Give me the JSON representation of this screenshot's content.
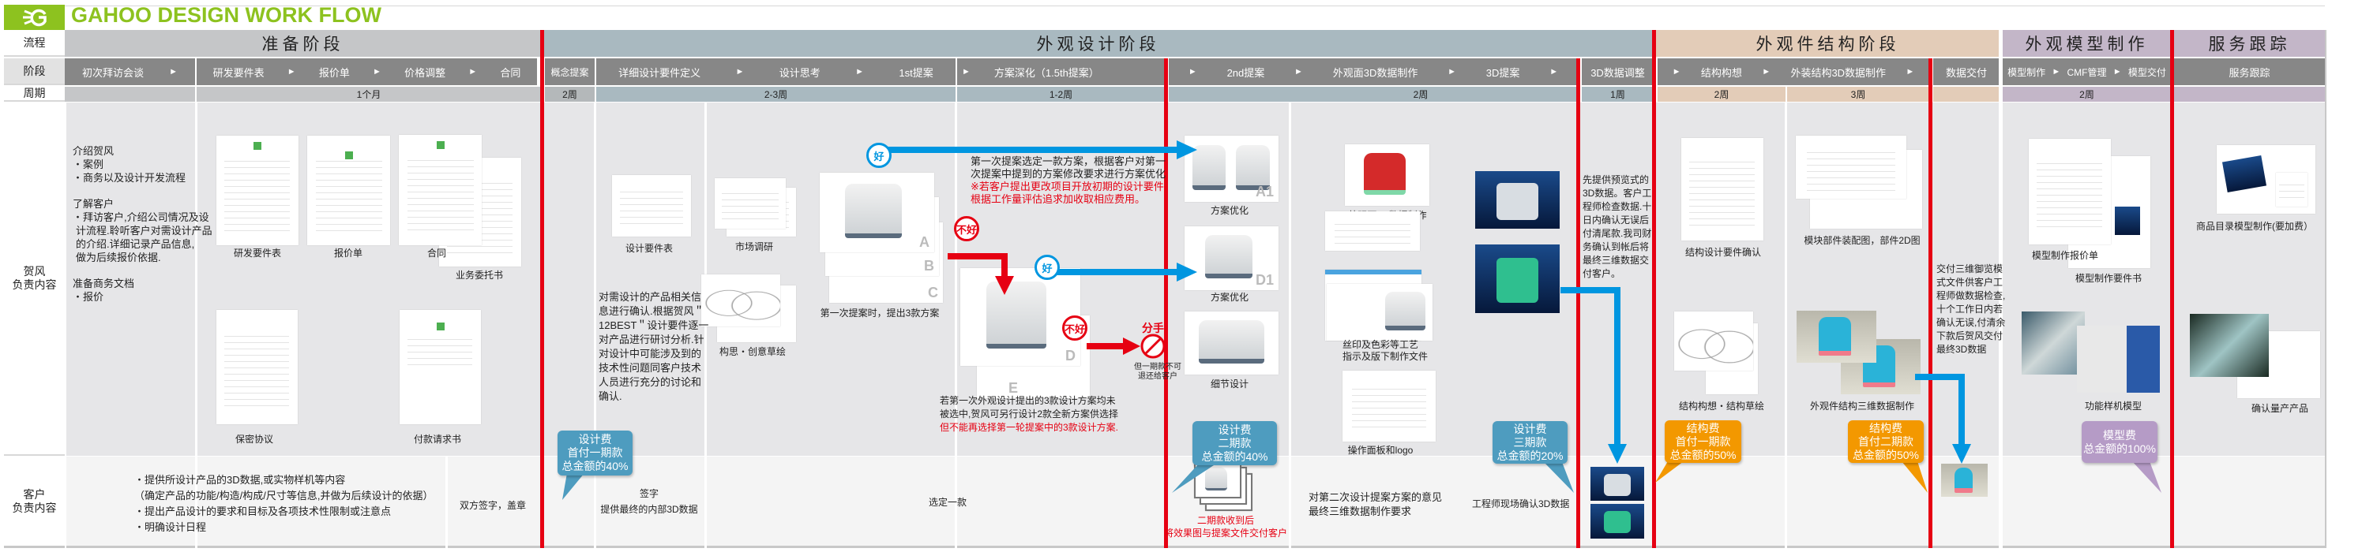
{
  "title": "GAHOO DESIGN WORK FLOW",
  "colors": {
    "brand_green": "#8dc21f",
    "red_line": "#e60012",
    "arrow_blue": "#0096e0",
    "bubble_blue": "#4e9cbf",
    "bubble_orange": "#f39800",
    "bubble_purple": "#b59bc6"
  },
  "row_labels": {
    "flow": "流程",
    "phase": "阶段",
    "cycle": "周期",
    "hefeng": [
      "贺风",
      "负责内容"
    ],
    "customer": [
      "客户",
      "负责内容"
    ]
  },
  "stages": [
    "准备阶段",
    "外观设计阶段",
    "外观件结构阶段",
    "外观模型制作",
    "服务跟踪"
  ],
  "phases": {
    "p1": [
      "初次拜访会谈"
    ],
    "p2": [
      "研发要件表",
      "报价单",
      "价格调整",
      "合同"
    ],
    "p3": [
      "概念提案"
    ],
    "p4": [
      "详细设计要件定义",
      "设计思考",
      "1st提案"
    ],
    "p5": [
      "方案深化（1.5th提案）"
    ],
    "p6": [
      "2nd提案",
      "外观面3D数据制作",
      "3D提案"
    ],
    "p7": [
      "3D数据调整"
    ],
    "p8": [
      "结构构想",
      "外装结构3D数据制作"
    ],
    "p9": [
      "数据交付"
    ],
    "p10": [
      "模型制作",
      "CMF管理",
      "模型交付"
    ],
    "p11": [
      "服务跟踪"
    ]
  },
  "cycles": {
    "prep": "1个月",
    "concept": "2周",
    "design1": "2-3周",
    "deepen": "1-2周",
    "design2": "2周",
    "adjust": "1周",
    "struct1": "2周",
    "struct2": "3周",
    "model": "2周"
  },
  "content": {
    "intro": {
      "lines": [
        "介绍贺风",
        "・案例",
        "・商务以及设计开发流程",
        "了解客户",
        "・拜访客户,介绍公司情况及设",
        "计流程.聆听客户对需设计产品",
        "的介绍.详细记录产品信息,",
        "做为后续报价依据.",
        "准备商务文档",
        "・报价"
      ]
    },
    "prep_docs": [
      "研发要件表",
      "报价单",
      "合同",
      "业务委托书",
      "保密协议",
      "付款请求书"
    ],
    "detail_text": [
      "对需设计的产品相关信",
      "息进行确认.根据贺风＂",
      "12BEST＂设计要件逐一",
      "对产品进行研讨分析.针",
      "对设计中可能涉及到的",
      "技术性问题同客户技术",
      "人员进行充分的讨论和",
      "确认."
    ],
    "detail_captions": [
      "设计要件表",
      "市场调研",
      "构思・创意草绘"
    ],
    "first_proposal": {
      "letters": [
        "A",
        "B",
        "C",
        "D",
        "E"
      ],
      "caption": "第一次提案时，提出3款方案",
      "good": "好",
      "bad": "不好",
      "retry_text": [
        "若第一次外观设计提出的3款设计方案均未",
        "被选中,贺风可另行设计2款全新方案供选择"
      ],
      "retry_red": "但不能再选择第一轮提案中的3款设计方案.",
      "breakup": "分手",
      "breakup_note": [
        "但一期款不可",
        "退还给客户"
      ]
    },
    "deepen_text": [
      "第一次提案选定一款方案，根据客户对第一",
      "次提案中提到的方案修改要求进行方案优化"
    ],
    "deepen_red": [
      "※若客户提出更改项目开放初期的设计要件,",
      "根据工作量评估追求加收取相应费用。"
    ],
    "second": {
      "letters": [
        "A1",
        "D1"
      ],
      "captions": [
        "方案优化",
        "方案优化",
        "细节设计"
      ]
    },
    "surface3d": [
      "外观面3D数据制作",
      "丝印及色彩等工艺",
      "指示及版下制作文件",
      "操作面板和logo"
    ],
    "adjust_text": [
      "先提供预览式的",
      "3D数据。客户工",
      "程师检查数据.十",
      "日内确认无误后",
      "付清尾款.我司财",
      "务确认到帐后将",
      "最终三维数据交",
      "付客户。"
    ],
    "struct_captions": [
      "结构设计要件确认",
      "结构构想・结构草绘",
      "模块部件装配图，部件2D图",
      "外观件结构三维数据制作"
    ],
    "delivery_text": [
      "交付三维御览模",
      "式文件供客户工",
      "程师做数据检查,",
      "十个工作日内若",
      "确认无误,付清余",
      "下款后贺风交付",
      "最终3D数据"
    ],
    "model_captions": [
      "模型制作报价单",
      "模型制作要件书",
      "功能样机模型"
    ],
    "service_captions": [
      "商品目录模型制作(要加费）",
      "确认量产产品"
    ]
  },
  "bubbles": {
    "design1": [
      "设计费",
      "首付一期款",
      "总金额的40%"
    ],
    "design2": [
      "设计费",
      "二期款",
      "总金额的40%"
    ],
    "design3": [
      "设计费",
      "三期款",
      "总金额的20%"
    ],
    "struct1": [
      "结构费",
      "首付一期款",
      "总金额的50%"
    ],
    "struct2": [
      "结构费",
      "首付二期款",
      "总金额的50%"
    ],
    "model": [
      "模型费",
      "总金额的100%"
    ]
  },
  "customer": {
    "prep_lines": [
      "・提供所设计产品的3D数据,或实物样机等内容",
      "（确定产品的功能/构造/构成/尺寸等信息,并做为后续设计的依据）",
      "・提出产品设计的要求和目标及各项技术性限制或注意点",
      "・明确设计日程"
    ],
    "sign": "双方签字，盖章",
    "detail": [
      "签字",
      "提供最终的内部3D数据"
    ],
    "select": "选定一款",
    "second_red": [
      "二期款收到后",
      "将效果图与提案文件交付客户"
    ],
    "opinion": [
      "对第二次设计提案方案的意见",
      "最终三维数据制作要求"
    ],
    "engineer": "工程师现场确认3D数据"
  }
}
